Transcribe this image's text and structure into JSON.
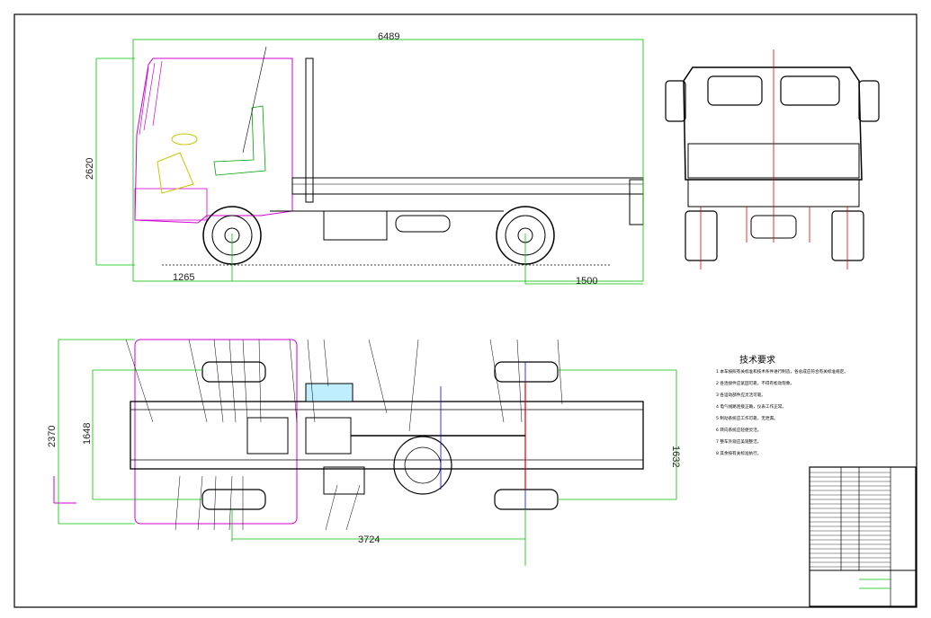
{
  "drawing": {
    "dimensions": {
      "overall_length": "6489",
      "overall_height": "2620",
      "front_overhang": "1265",
      "rear_overhang": "1500",
      "overall_width": "2370",
      "front_track": "1648",
      "rear_track": "1632",
      "wheelbase": "3724"
    },
    "tech_title": "技术要求",
    "tech_notes": [
      "1 本车按照有关标准和技术条件进行制造，各总成应符合有关标准规定。",
      "2 各连接件应紧固可靠，不得有松动现象。",
      "3 各运动部件应灵活可靠。",
      "4 电气线路连接正确，仪表工作正常。",
      "5 制动系统应工作可靠，无泄漏。",
      "6 转向系统应轻便灵活。",
      "7 整车外观应美观整洁。",
      "8 其余按有关标准执行。"
    ],
    "colors": {
      "line": "#000000",
      "dimension": "#00c000",
      "cab": "#d000d0",
      "seat": "#c8c800",
      "axis": "#e00000",
      "centerline": "#0000ff",
      "fill_accent": "#00c8ff"
    }
  }
}
